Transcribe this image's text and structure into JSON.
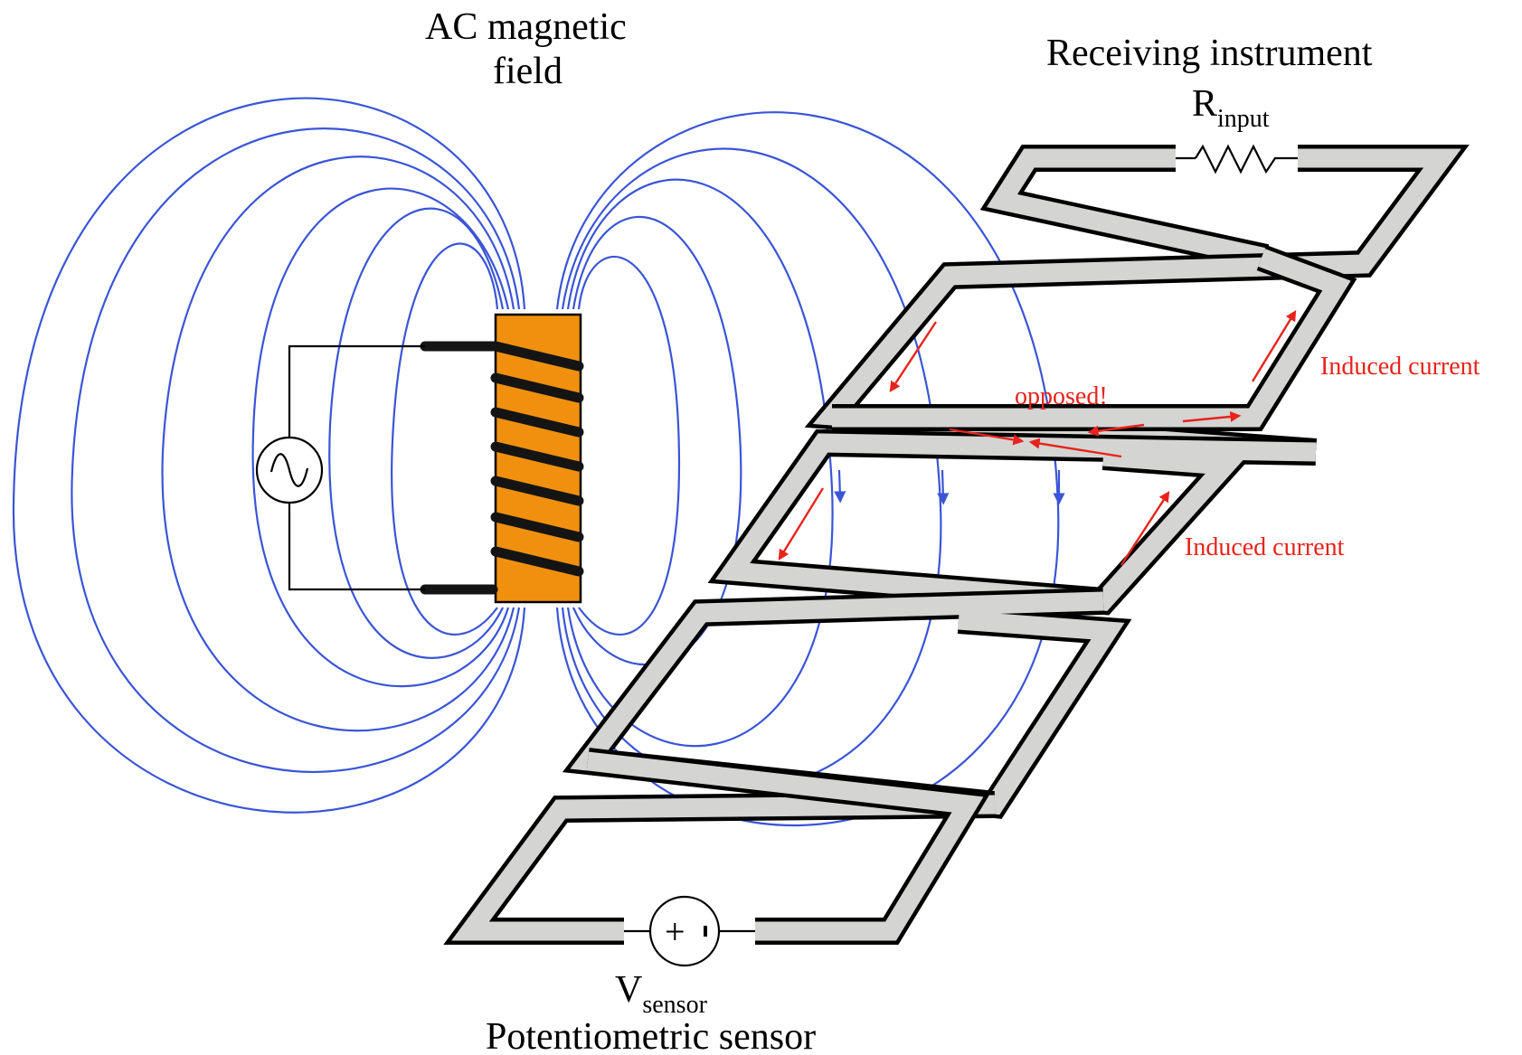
{
  "labels": {
    "field_line1": "AC magnetic",
    "field_line2": "field",
    "receiving": "Receiving instrument",
    "r_main": "R",
    "r_sub": "input",
    "induced_upper": "Induced current",
    "induced_lower": "Induced current",
    "opposed": "opposed!",
    "v_main": "V",
    "v_sub": "sensor",
    "potentiometric": "Potentiometric sensor",
    "plus": "+"
  },
  "colors": {
    "field_lines": "#3a55d6",
    "coil_core": "#f0900e",
    "cable_fill": "#d4d4d2",
    "induced_current": "#e8231b",
    "outline": "#000000"
  },
  "icons": {
    "ac_source": "sine-wave-source-icon",
    "resistor": "zigzag-resistor-icon",
    "voltage_source": "dc-voltage-source-icon"
  }
}
